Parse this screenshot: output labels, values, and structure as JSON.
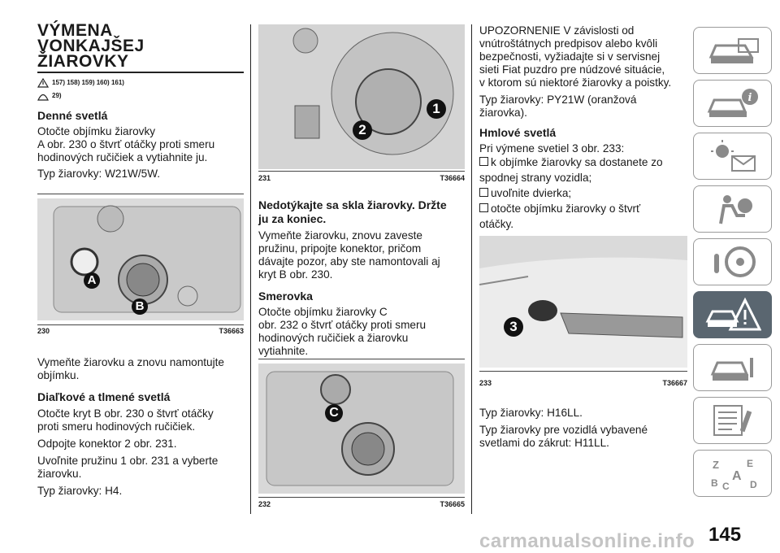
{
  "page": {
    "number": "145",
    "watermark": "carmanualsonline.info"
  },
  "col1": {
    "title_lines": [
      "VÝMENA",
      "VONKAJŠEJ",
      "ŽIAROVKY"
    ],
    "ref1": "157) 158) 159) 160) 161)",
    "ref2": "29)",
    "h_day": "Denné svetlá",
    "p_day1": "Otočte objímku žiarovky",
    "p_day2": "A obr. 230 o štvrť otáčky proti smeru",
    "p_day3": "hodinových ručičiek a vytiahnite ju.",
    "p_day4": "Typ žiarovky: W21W/5W.",
    "fig230": {
      "num": "230",
      "code": "T36663",
      "label_a": "A",
      "label_b": "B"
    },
    "p_replace1": "Vymeňte žiarovku a znovu namontujte",
    "p_replace2": "objímku.",
    "h_beam": "Diaľkové a tlmené svetlá",
    "p_beam1": "Otočte kryt B obr. 230 o štvrť otáčky",
    "p_beam2": "proti smeru hodinových ručičiek.",
    "p_beam3": "Odpojte konektor 2 obr. 231.",
    "p_beam4": "Uvoľnite pružinu 1 obr. 231 a vyberte",
    "p_beam5": "žiarovku.",
    "p_beam6": "Typ žiarovky: H4."
  },
  "col2": {
    "fig231": {
      "num": "231",
      "code": "T36664",
      "label_1": "1",
      "label_2": "2"
    },
    "h_touch1": "Nedotýkajte sa skla žiarovky. Držte",
    "h_touch2": "ju za koniec.",
    "p_touch1": "Vymeňte žiarovku, znovu zaveste",
    "p_touch2": "pružinu, pripojte konektor, pričom",
    "p_touch3": "dávajte pozor, aby ste namontovali aj",
    "p_touch4": "kryt B obr. 230.",
    "h_turn": "Smerovka",
    "p_turn1": "Otočte objímku žiarovky C",
    "p_turn2": "obr. 232 o štvrť otáčky proti smeru",
    "p_turn3": "hodinových ručičiek a žiarovku",
    "p_turn4": "vytiahnite.",
    "fig232": {
      "num": "232",
      "code": "T36665",
      "label_c": "C"
    }
  },
  "col3": {
    "warn1": "UPOZORNENIE V závislosti od",
    "warn2": "vnútroštátnych predpisov alebo kvôli",
    "warn3": "bezpečnosti, vyžiadajte si v servisnej",
    "warn4": "sieti Fiat puzdro pre núdzové situácie,",
    "warn5": "v ktorom sú niektoré žiarovky a poistky.",
    "type1": "Typ žiarovky: PY21W (oranžová",
    "type2": "žiarovka).",
    "h_fog": "Hmlové svetlá",
    "p_fog1": "Pri výmene svetiel 3 obr. 233:",
    "b1": "k objímke žiarovky sa dostanete zo",
    "b1b": "spodnej strany vozidla;",
    "b2": "uvoľnite dvierka;",
    "b3": "otočte objímku žiarovky o štvrť",
    "b3b": "otáčky.",
    "fig233": {
      "num": "233",
      "code": "T36667",
      "label_3": "3"
    },
    "type3": "Typ žiarovky: H16LL.",
    "type4": "Typ žiarovky pre vozidlá vybavené",
    "type5": "svetlami do zákrut: H11LL."
  },
  "sidebar": {
    "tabs": [
      "car-dashboard-icon",
      "car-info-icon",
      "lights-message-icon",
      "airbag-icon",
      "steering-key-icon",
      "emergency-icon",
      "car-service-icon",
      "spec-list-icon",
      "alphabet-index-icon"
    ],
    "active_index": 5,
    "letters": [
      "Z",
      "E",
      "A",
      "B",
      "C",
      "D"
    ]
  }
}
